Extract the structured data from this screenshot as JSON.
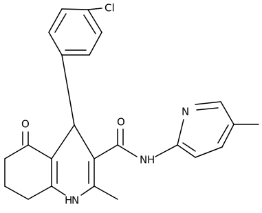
{
  "labels": {
    "chlorine": "Cl",
    "ketone_oxygen": "O",
    "amide_oxygen": "O",
    "amide_nh": "N",
    "amide_h": "H",
    "ring_nh": "H",
    "ring_n": "N",
    "pyridine_n": "N"
  },
  "colors": {
    "bond": "#000000",
    "text": "#000000",
    "background": "#ffffff"
  }
}
